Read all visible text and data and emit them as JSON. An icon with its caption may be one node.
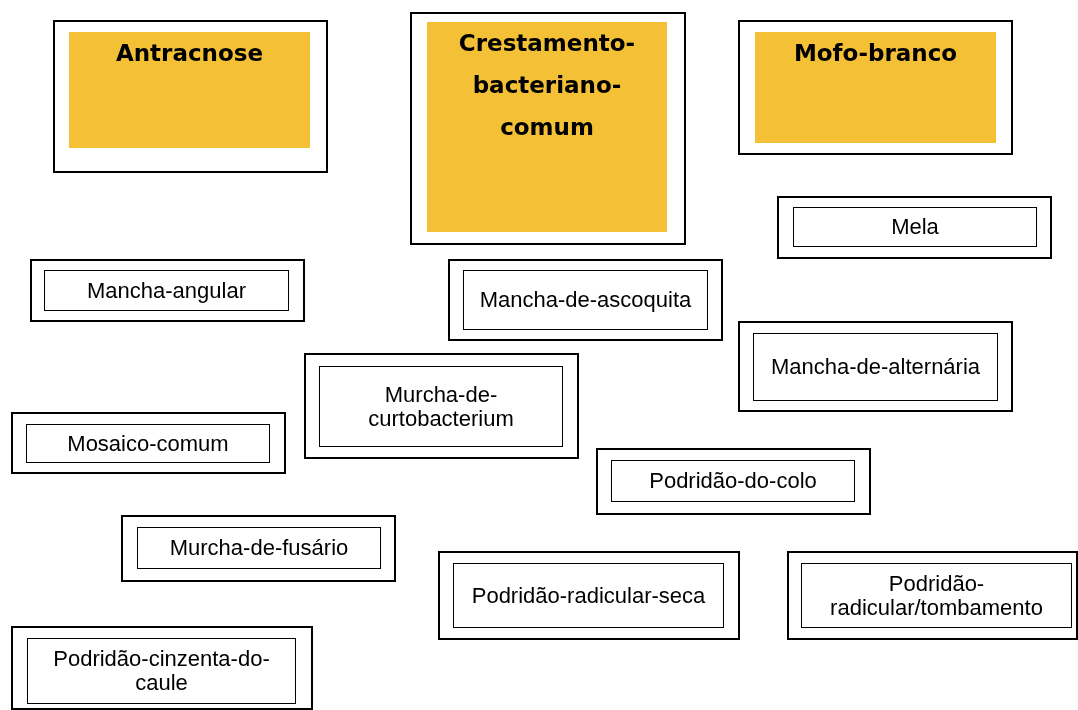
{
  "diagram": {
    "nodes": [
      {
        "text": [
          "Antracnose"
        ]
      },
      {
        "text": [
          "Crestamento-bacteriano-comum"
        ]
      },
      {
        "text": [
          "Mofo-branco"
        ]
      },
      {
        "text": [
          "Mela"
        ]
      },
      {
        "text": [
          "Mancha-angular"
        ]
      },
      {
        "text": [
          "Mancha-de-ascoquita"
        ]
      },
      {
        "text": [
          "Mancha-de-alternária"
        ]
      },
      {
        "text": [
          "Murcha-de-curtobacterium"
        ]
      },
      {
        "text": [
          "Mosaico-comum"
        ]
      },
      {
        "text": [
          "Podridão-do-colo"
        ]
      },
      {
        "text": [
          "Murcha-de-fusário"
        ]
      },
      {
        "text": [
          "Podridão-radicular-seca"
        ]
      },
      {
        "text": [
          "Podridão-radicular/tombamento"
        ]
      },
      {
        "text": [
          "Podridão-cinzenta-do-caule"
        ]
      }
    ]
  }
}
